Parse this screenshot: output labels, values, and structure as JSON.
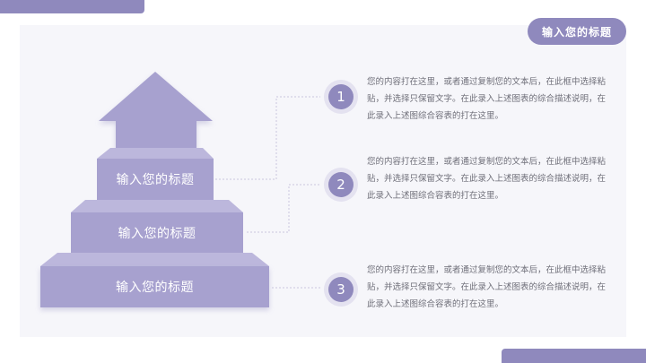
{
  "header": {
    "title": "输入您的标题"
  },
  "steps": [
    {
      "label": "输入您的标题"
    },
    {
      "label": "输入您的标题"
    },
    {
      "label": "输入您的标题"
    }
  ],
  "items": [
    {
      "number": "1",
      "text": "您的内容打在这里，或者通过复制您的文本后，在此框中选择粘贴，并选择只保留文字。在此录入上述图表的综合描述说明，在此录入上述图综合容表的打在这里。"
    },
    {
      "number": "2",
      "text": "您的内容打在这里，或者通过复制您的文本后，在此框中选择粘贴，并选择只保留文字。在此录入上述图表的综合描述说明，在此录入上述图综合容表的打在这里。"
    },
    {
      "number": "3",
      "text": "您的内容打在这里，或者通过复制您的文本后，在此框中选择粘贴，并选择只保留文字。在此录入上述图表的综合描述说明，在此录入上述图综合容表的打在这里。"
    }
  ],
  "colors": {
    "accent": "#8f89bd",
    "step_front": "#a7a1cf",
    "step_top": "#bcb7dc",
    "panel": "#f6f6fa"
  }
}
